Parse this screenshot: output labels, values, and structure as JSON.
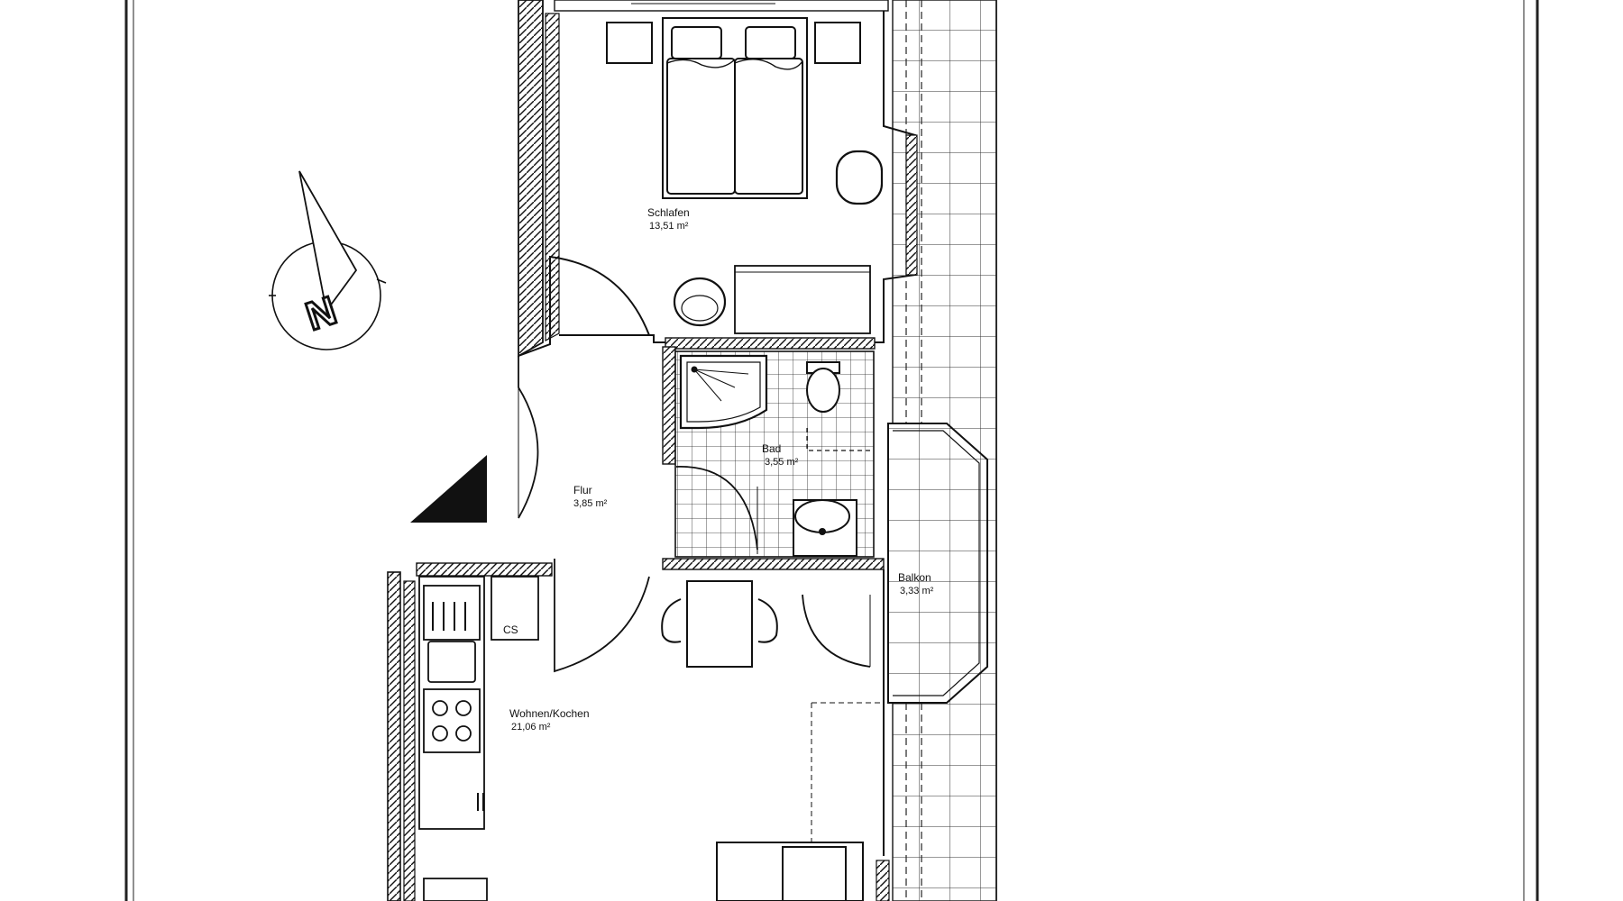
{
  "plan": {
    "compass": {
      "letter": "N"
    },
    "rooms": {
      "schlafen": {
        "name": "Schlafen",
        "area": "13,51 m²"
      },
      "flur": {
        "name": "Flur",
        "area": "3,85 m²"
      },
      "bad": {
        "name": "Bad",
        "area": "3,55 m²"
      },
      "balkon": {
        "name": "Balkon",
        "area": "3,33 m²"
      },
      "wohnen": {
        "name": "Wohnen/Kochen",
        "area": "21,06 m²"
      }
    },
    "fixtures": {
      "cabinet_label": "CS"
    }
  }
}
